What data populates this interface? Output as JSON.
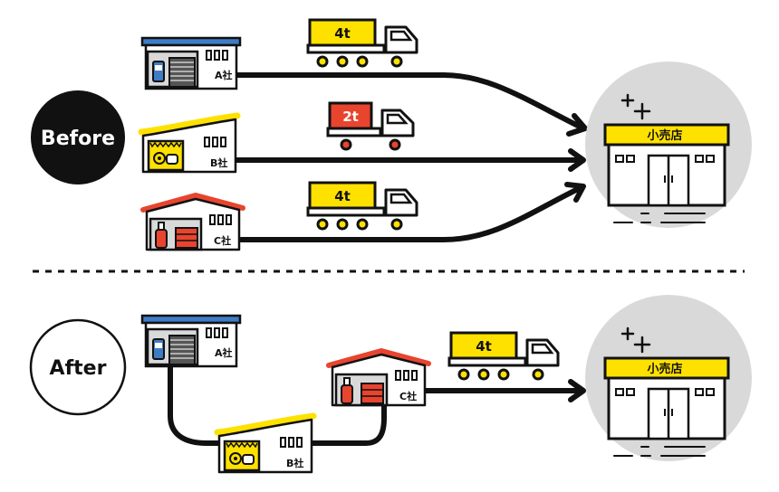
{
  "before_label": "Before",
  "after_label": "After",
  "store_label": "小売店",
  "company_a": "A社",
  "company_b": "B社",
  "company_c": "C社",
  "truck_4t": "4t",
  "truck_2t": "2t",
  "colors": {
    "yellow": "#FFE100",
    "red": "#E8442E",
    "blue": "#3E7CC6",
    "gray": "#D9D9D9",
    "black": "#111111"
  }
}
